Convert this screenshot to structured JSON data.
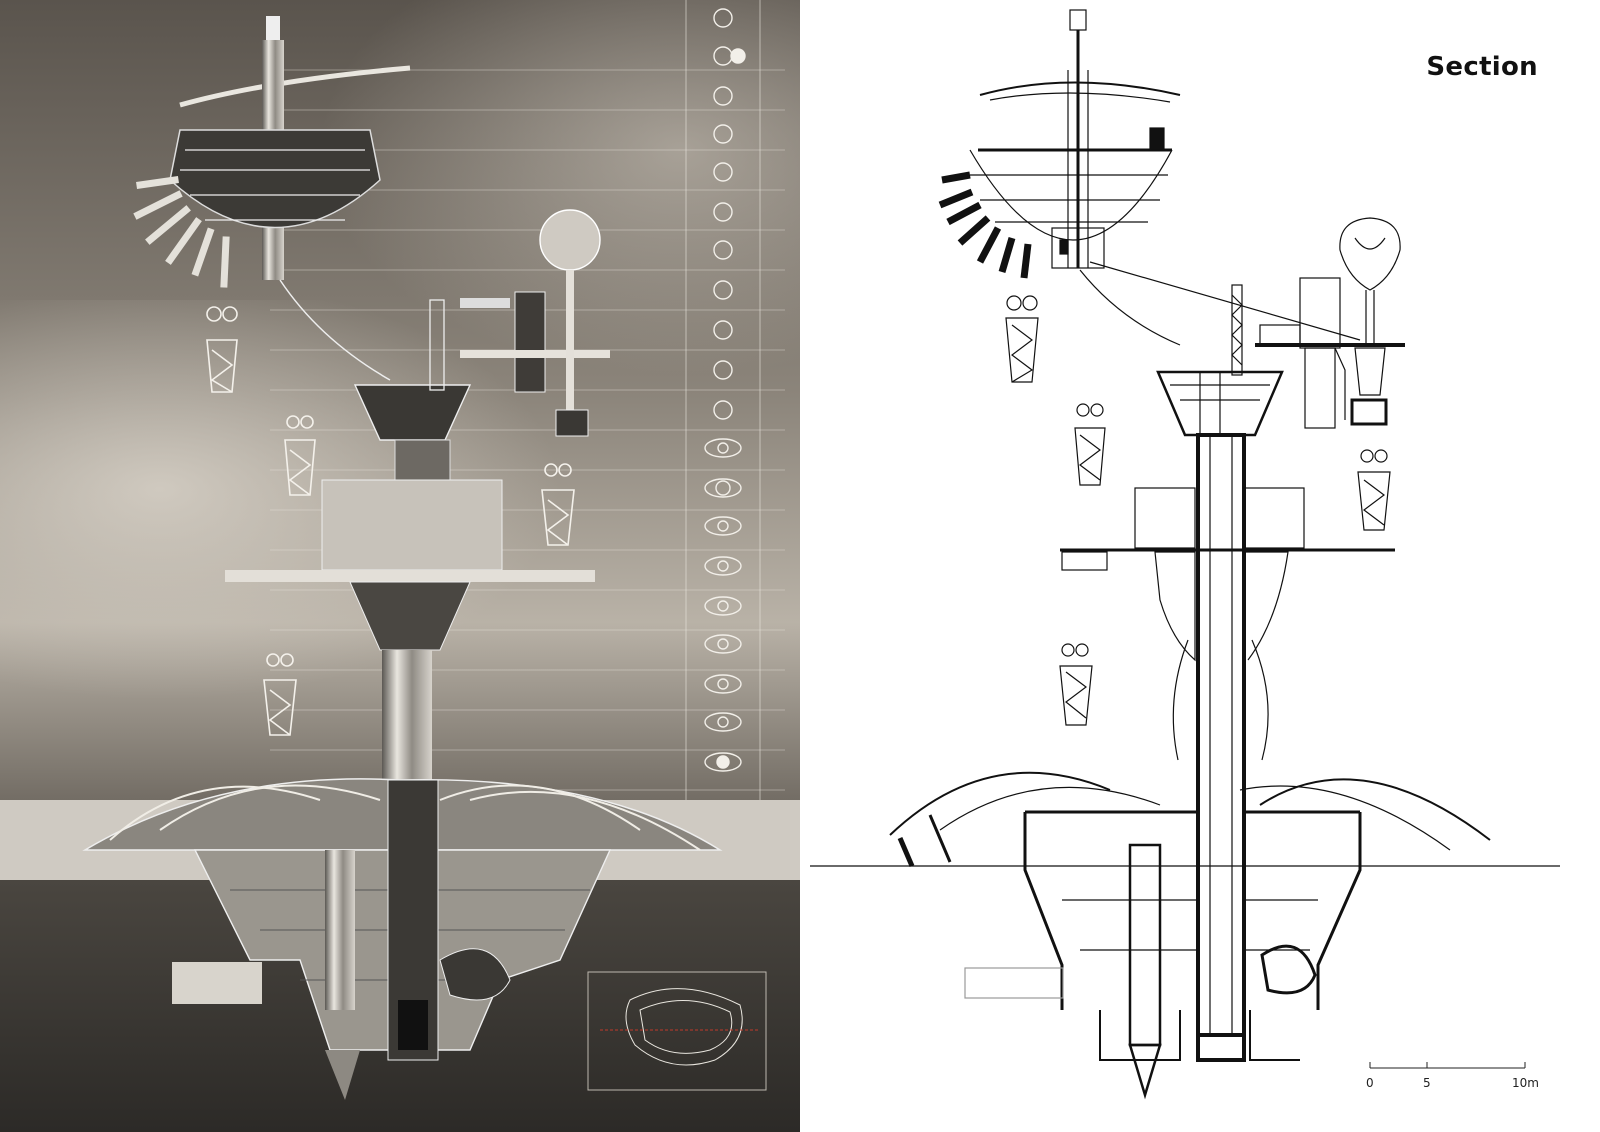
{
  "title": "Section",
  "scale_bar": {
    "labels": [
      "0",
      "5",
      "10m"
    ]
  },
  "colors": {
    "sky_dark": "#4a453f",
    "sky_light": "#bfb8ae",
    "ground": "#3a3733",
    "line": "#111111"
  }
}
